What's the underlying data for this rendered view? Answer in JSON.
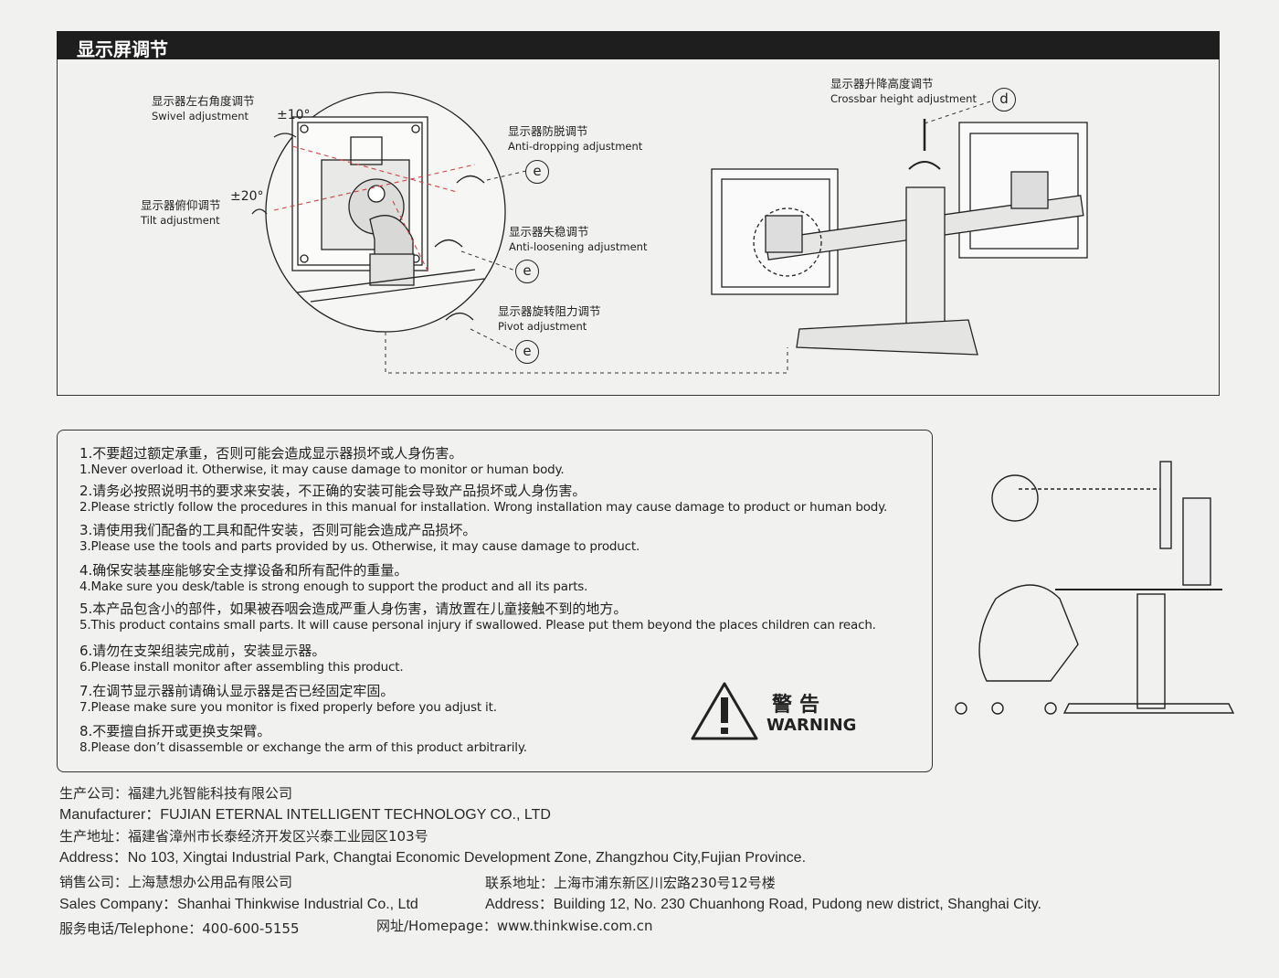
{
  "header": {
    "title": "显示屏调节"
  },
  "diagram": {
    "swivel": {
      "zh": "显示器左右角度调节",
      "en": "Swivel adjustment",
      "angle": "±10°"
    },
    "tilt": {
      "zh": "显示器俯仰调节",
      "en": "Tilt adjustment",
      "angle": "±20°"
    },
    "anti_drop": {
      "zh": "显示器防脱调节",
      "en": "Anti-dropping adjustment",
      "marker": "e"
    },
    "anti_loosen": {
      "zh": "显示器失稳调节",
      "en": "Anti-loosening adjustment",
      "marker": "e"
    },
    "pivot": {
      "zh": "显示器旋转阻力调节",
      "en": "Pivot adjustment",
      "marker": "e"
    },
    "crossbar": {
      "zh": "显示器升降高度调节",
      "en": "Crossbar height adjustment",
      "marker": "d"
    }
  },
  "warnings": [
    {
      "zh": "1.不要超过额定承重，否则可能会造成显示器损坏或人身伤害。",
      "en": "1.Never overload it. Otherwise, it may cause damage to monitor or human body."
    },
    {
      "zh": "2.请务必按照说明书的要求来安装，不正确的安装可能会导致产品损坏或人身伤害。",
      "en": "2.Please strictly follow the procedures in this manual for installation. Wrong installation may cause damage to product or human body."
    },
    {
      "zh": "3.请使用我们配备的工具和配件安装，否则可能会造成产品损坏。",
      "en": "3.Please use the tools and parts provided by us. Otherwise, it may cause damage to product."
    },
    {
      "zh": "4.确保安装基座能够安全支撑设备和所有配件的重量。",
      "en": "4.Make sure you desk/table is strong enough to support the product and all its parts."
    },
    {
      "zh": "5.本产品包含小的部件，如果被吞咽会造成严重人身伤害，请放置在儿童接触不到的地方。",
      "en": "5.This product contains small parts. It will cause personal injury if swallowed. Please put them beyond the places children can reach."
    },
    {
      "zh": "6.请勿在支架组装完成前，安装显示器。",
      "en": "6.Please install monitor after assembling this product."
    },
    {
      "zh": "7.在调节显示器前请确认显示器是否已经固定牢固。",
      "en": "7.Please make sure you monitor is fixed properly before you adjust it."
    },
    {
      "zh": "8.不要擅自拆开或更换支架臂。",
      "en": "8.Please don’t disassemble or exchange the arm of this product arbitrarily."
    }
  ],
  "warning_sign": {
    "zh": "警告",
    "en": "WARNING"
  },
  "footer": {
    "manufacturer_zh": "生产公司：福建九兆智能科技有限公司",
    "manufacturer_en": "Manufacturer：FUJIAN ETERNAL INTELLIGENT TECHNOLOGY CO., LTD",
    "address_zh": "生产地址：福建省漳州市长泰经济开发区兴泰工业园区103号",
    "address_en": "Address：No 103, Xingtai Industrial Park, Changtai Economic Development Zone, Zhangzhou City,Fujian Province.",
    "sales_zh": "销售公司：上海慧想办公用品有限公司",
    "sales_en": "Sales Company：Shanhai Thinkwise Industrial Co., Ltd",
    "contact_zh": "联系地址：上海市浦东新区川宏路230号12号楼",
    "contact_en": "Address：Building 12, No. 230 Chuanhong Road, Pudong new district, Shanghai City.",
    "phone": "服务电话/Telephone：400-600-5155",
    "homepage": "网址/Homepage：www.thinkwise.com.cn"
  }
}
